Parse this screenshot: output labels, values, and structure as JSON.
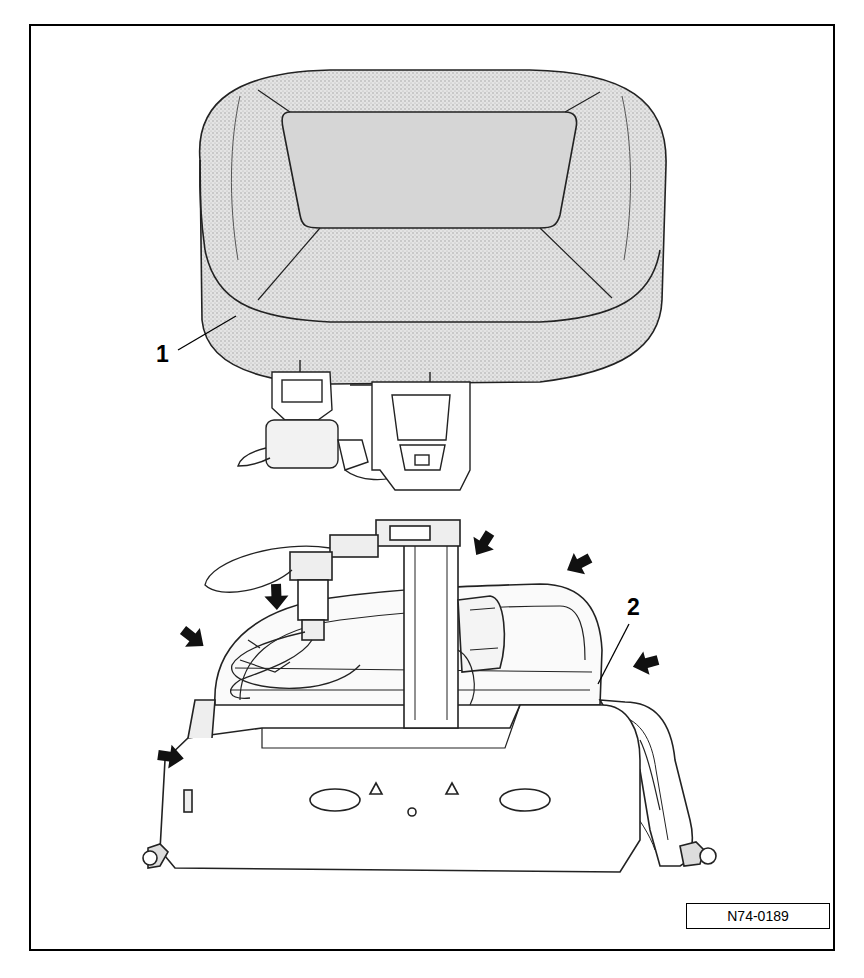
{
  "diagram": {
    "nodes": [
      {
        "text": [
          "N74-0189"
        ]
      }
    ],
    "labels": [
      "1",
      "2"
    ]
  }
}
